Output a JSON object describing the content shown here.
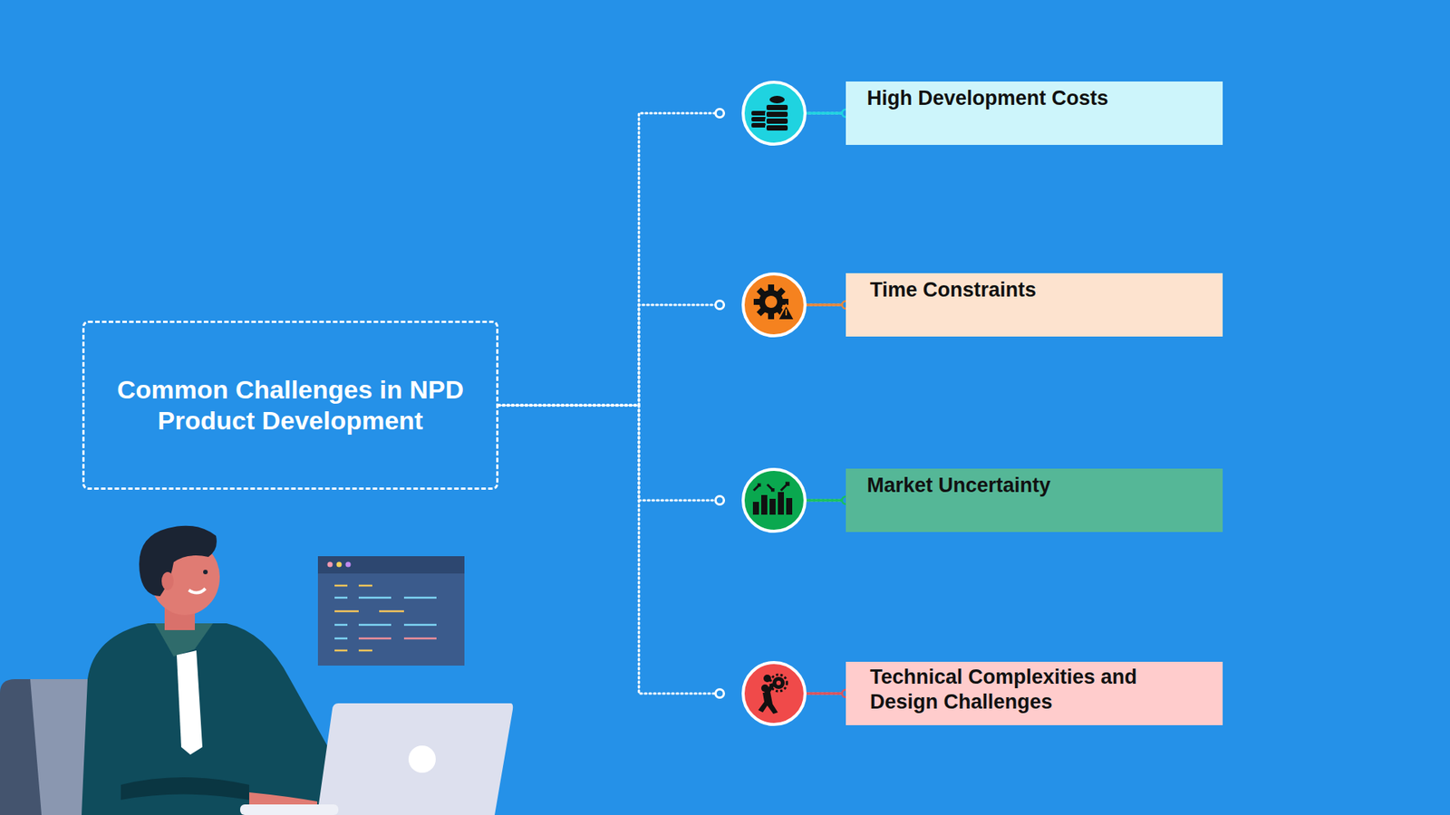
{
  "diagram": {
    "nodes": [
      {
        "text": [
          "Common Challenges in NPD Product Development"
        ]
      },
      {
        "text": [
          "High Development Costs"
        ]
      },
      {
        "text": [
          "Time Constraints"
        ]
      },
      {
        "text": [
          "Market Uncertainty"
        ]
      },
      {
        "text": [
          "Technical Complexities and Design Challenges"
        ]
      }
    ],
    "edges": [
      {
        "from": 0,
        "to": 1,
        "arrow": "none"
      },
      {
        "from": 0,
        "to": 2,
        "arrow": "none"
      },
      {
        "from": 0,
        "to": 3,
        "arrow": "none"
      },
      {
        "from": 0,
        "to": 4,
        "arrow": "none"
      }
    ]
  }
}
